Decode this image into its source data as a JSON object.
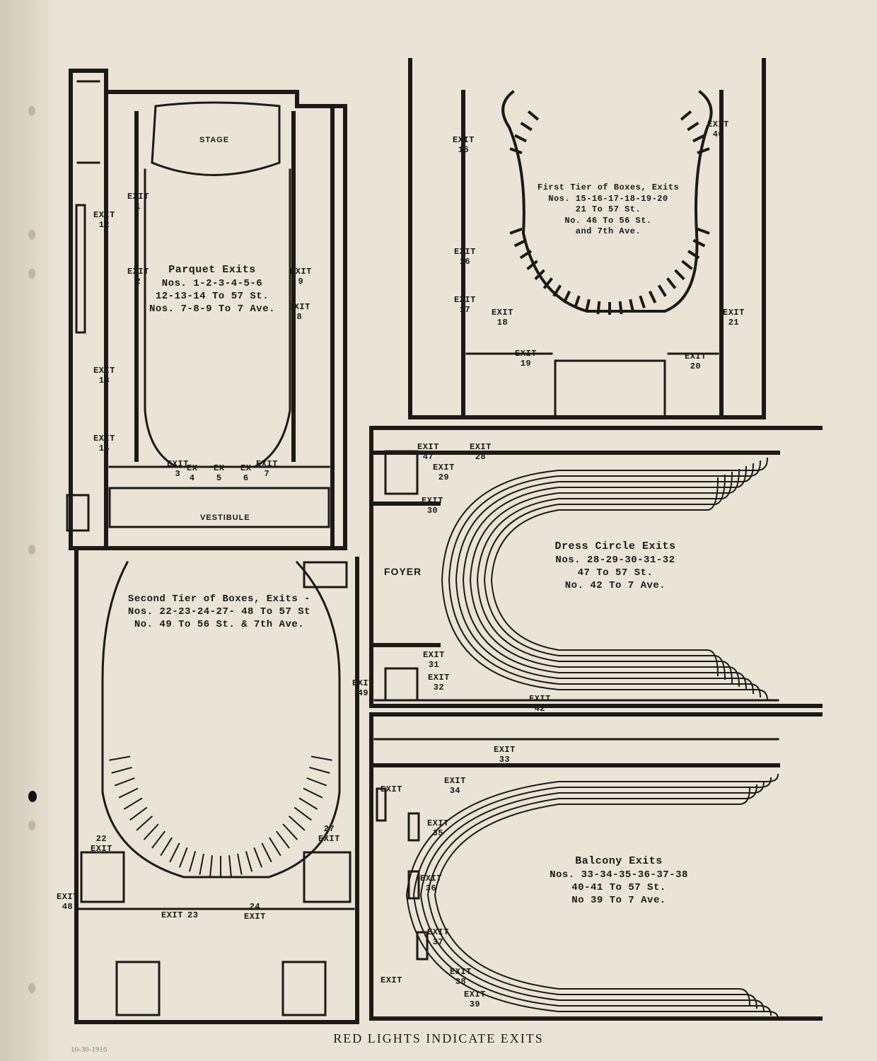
{
  "footer": "RED LIGHTS INDICATE EXITS",
  "archival_note": "10-30-1916",
  "colors": {
    "paper": "#e9e4d6",
    "ink": "#1c1a17"
  },
  "rooms": {
    "stage": "STAGE",
    "vestibule": "VESTIBULE",
    "foyer": "FOYER"
  },
  "sections": {
    "parquet": {
      "title": "Parquet Exits",
      "line1": "Nos. 1-2-3-4-5-6",
      "line2": "12-13-14 To 57 St.",
      "line3": "Nos. 7-8-9 To 7 Ave."
    },
    "first_tier": {
      "title": "First Tier of Boxes, Exits",
      "line1": "Nos. 15-16-17-18-19-20",
      "line2": "21 To 57 St.",
      "line3": "No. 46 To 56 St.",
      "line4": "and 7th Ave."
    },
    "second_tier": {
      "title": "Second Tier of Boxes, Exits -",
      "line1": "Nos. 22-23-24-27- 48 To 57 St",
      "line2": "No. 49 To 56 St. & 7th Ave."
    },
    "dress_circle": {
      "title": "Dress Circle Exits",
      "line1": "Nos. 28-29-30-31-32",
      "line2": "47 To 57 St.",
      "line3": "No. 42 To 7 Ave."
    },
    "balcony": {
      "title": "Balcony Exits",
      "line1": "Nos. 33-34-35-36-37-38",
      "line2": "40-41 To 57 St.",
      "line3": "No 39 To 7 Ave."
    }
  },
  "exit_word": "EXIT",
  "ex_word": "EX",
  "exits": {
    "e1": "1",
    "e2": "2",
    "e3": "3",
    "e4": "4",
    "e5": "5",
    "e6": "6",
    "e7": "7",
    "e8": "8",
    "e9": "9",
    "e12": "12",
    "e13": "13",
    "e14": "14",
    "e15": "15",
    "e16": "16",
    "e17": "17",
    "e18": "18",
    "e19": "19",
    "e20": "20",
    "e21": "21",
    "e46": "46",
    "e22": "22",
    "e23": "23",
    "e24": "24",
    "e27": "27",
    "e48": "48",
    "e49": "49",
    "e28": "28",
    "e29": "29",
    "e30": "30",
    "e31": "31",
    "e32": "32",
    "e42": "42",
    "e47": "47",
    "e33": "33",
    "e34": "34",
    "e35": "35",
    "e36": "36",
    "e37": "37",
    "e38": "38",
    "e39": "39"
  }
}
